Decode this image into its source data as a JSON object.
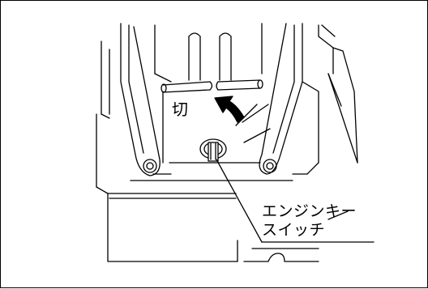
{
  "diagram": {
    "labels": {
      "off": "切",
      "engine_key_switch_line1": "エンジンキー",
      "engine_key_switch_line2": "スイッチ"
    }
  }
}
